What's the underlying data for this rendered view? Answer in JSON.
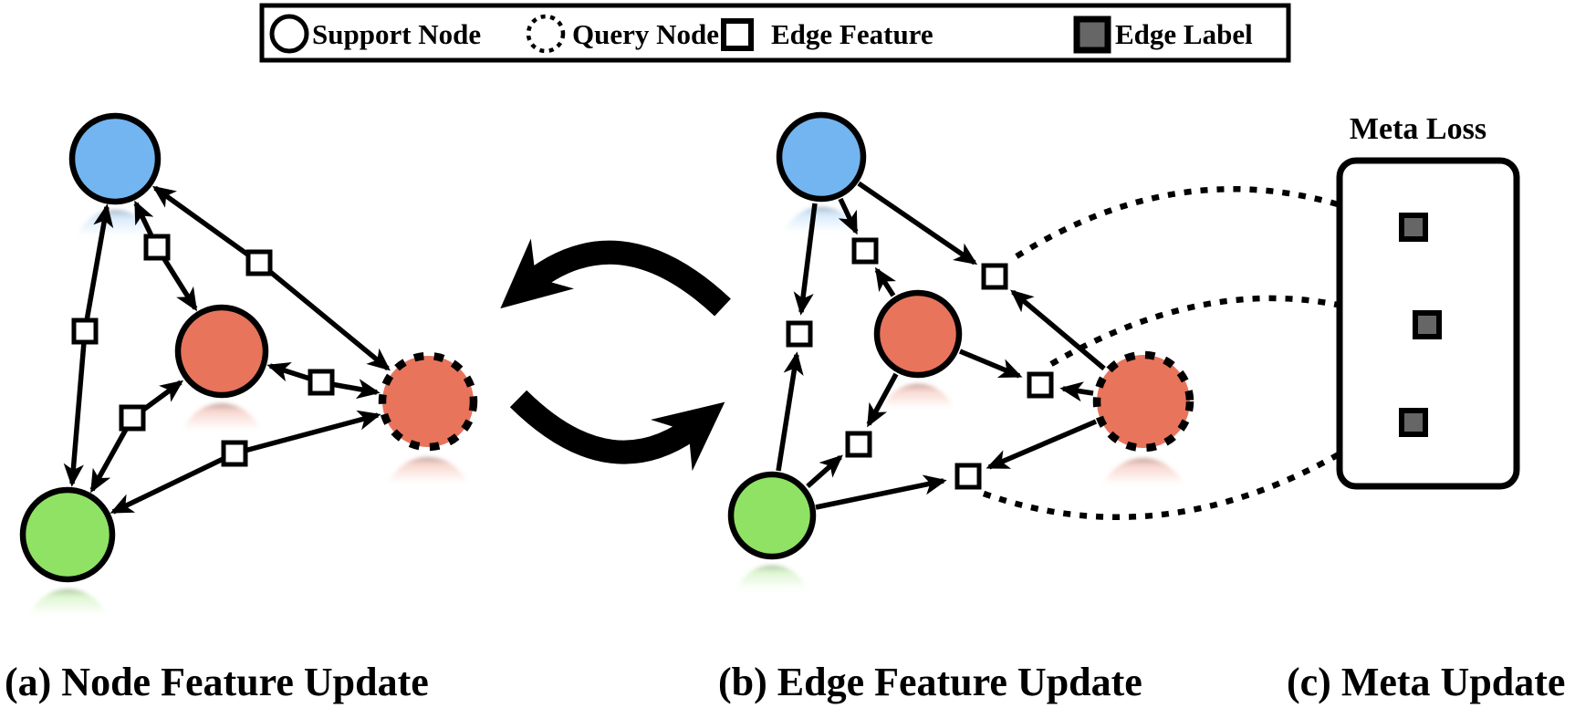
{
  "legend": {
    "items": [
      {
        "icon": "support-node-icon",
        "label": "Support Node"
      },
      {
        "icon": "query-node-icon",
        "label": "Query Node"
      },
      {
        "icon": "edge-feature-icon",
        "label": "Edge Feature"
      },
      {
        "icon": "edge-label-icon",
        "label": "Edge Label"
      }
    ]
  },
  "captions": {
    "panel_a": "(a) Node Feature Update",
    "panel_b": "(b) Edge Feature Update",
    "panel_c": "(c) Meta Update"
  },
  "meta_box": {
    "title": "Meta Loss",
    "edge_label_count": 3
  },
  "colors": {
    "support_node_blue": "#72B5F0",
    "support_node_red": "#E8745C",
    "support_node_green": "#8FE264",
    "query_node_red": "#E8745C",
    "edge_feature_fill": "#FFFFFF",
    "edge_label_gray": "#666666",
    "line_black": "#000000"
  },
  "panel_a": {
    "title": "Node Feature Update",
    "nodes": [
      {
        "id": "blue-support",
        "type": "support",
        "color": "#72B5F0"
      },
      {
        "id": "red-support",
        "type": "support",
        "color": "#E8745C"
      },
      {
        "id": "red-query",
        "type": "query",
        "color": "#E8745C"
      },
      {
        "id": "green-support",
        "type": "support",
        "color": "#8FE264"
      }
    ],
    "edges": [
      {
        "between": [
          "blue-support",
          "green-support"
        ],
        "edge_feature": true,
        "arrows": "into-both-nodes"
      },
      {
        "between": [
          "blue-support",
          "red-support"
        ],
        "edge_feature": true,
        "arrows": "into-both-nodes"
      },
      {
        "between": [
          "blue-support",
          "red-query"
        ],
        "edge_feature": true,
        "arrows": "into-both-nodes"
      },
      {
        "between": [
          "red-support",
          "red-query"
        ],
        "edge_feature": true,
        "arrows": "into-both-nodes"
      },
      {
        "between": [
          "red-support",
          "green-support"
        ],
        "edge_feature": true,
        "arrows": "into-both-nodes"
      },
      {
        "between": [
          "green-support",
          "red-query"
        ],
        "edge_feature": true,
        "arrows": "into-both-nodes"
      }
    ]
  },
  "panel_b": {
    "title": "Edge Feature Update",
    "nodes": [
      {
        "id": "blue-support",
        "type": "support",
        "color": "#72B5F0"
      },
      {
        "id": "red-support",
        "type": "support",
        "color": "#E8745C"
      },
      {
        "id": "red-query",
        "type": "query",
        "color": "#E8745C"
      },
      {
        "id": "green-support",
        "type": "support",
        "color": "#8FE264"
      }
    ],
    "edges": [
      {
        "between": [
          "blue-support",
          "green-support"
        ],
        "edge_feature": true,
        "arrows": "into-edge-square"
      },
      {
        "between": [
          "blue-support",
          "red-support"
        ],
        "edge_feature": true,
        "arrows": "into-edge-square"
      },
      {
        "between": [
          "blue-support",
          "red-query"
        ],
        "edge_feature": true,
        "arrows": "into-edge-square"
      },
      {
        "between": [
          "red-support",
          "red-query"
        ],
        "edge_feature": true,
        "arrows": "into-edge-square"
      },
      {
        "between": [
          "red-support",
          "green-support"
        ],
        "edge_feature": true,
        "arrows": "into-edge-square"
      },
      {
        "between": [
          "green-support",
          "red-query"
        ],
        "edge_feature": true,
        "arrows": "into-edge-square"
      }
    ]
  },
  "panel_c": {
    "title": "Meta Update",
    "dotted_links": [
      {
        "from": "blue-query edge feature",
        "to": "meta-loss edge label 1"
      },
      {
        "from": "red-query edge feature",
        "to": "meta-loss edge label 2"
      },
      {
        "from": "green-query edge feature",
        "to": "meta-loss edge label 3"
      }
    ]
  },
  "cycle": {
    "description": "alternating update loop between panel (a) and panel (b)"
  }
}
